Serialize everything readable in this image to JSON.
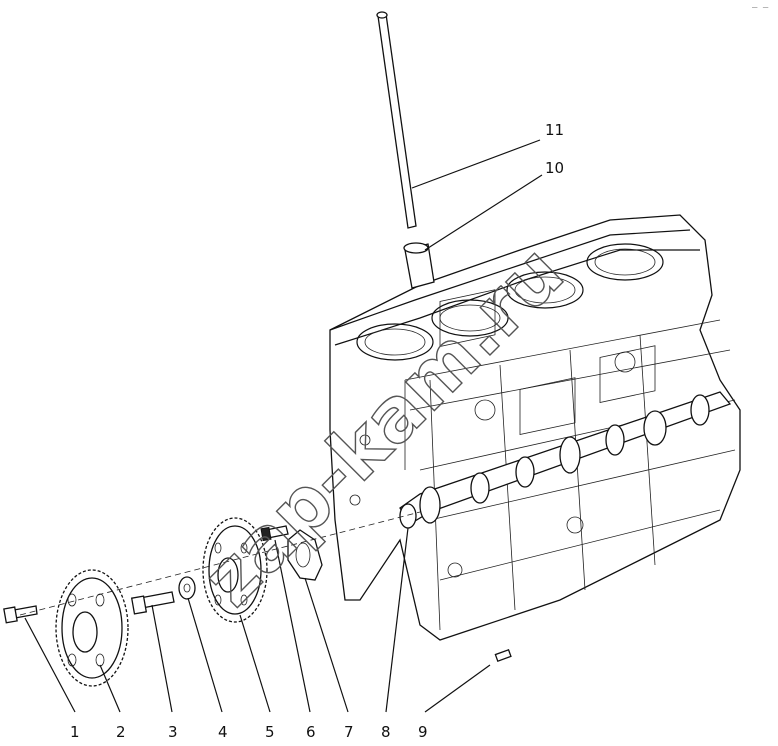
{
  "figure": {
    "title": "",
    "watermark": "zap-kam.ru",
    "corner_mark": "— —",
    "callouts": [
      {
        "id": "1",
        "label": "1",
        "part": "bolt"
      },
      {
        "id": "2",
        "label": "2",
        "part": "cam gear"
      },
      {
        "id": "3",
        "label": "3",
        "part": "bolt"
      },
      {
        "id": "4",
        "label": "4",
        "part": "washer"
      },
      {
        "id": "5",
        "label": "5",
        "part": "idler gear"
      },
      {
        "id": "6",
        "label": "6",
        "part": "bolt"
      },
      {
        "id": "7",
        "label": "7",
        "part": "thrust plate"
      },
      {
        "id": "8",
        "label": "8",
        "part": "camshaft"
      },
      {
        "id": "9",
        "label": "9",
        "part": "pin"
      },
      {
        "id": "10",
        "label": "10",
        "part": "tappet"
      },
      {
        "id": "11",
        "label": "11",
        "part": "push rod"
      }
    ]
  }
}
